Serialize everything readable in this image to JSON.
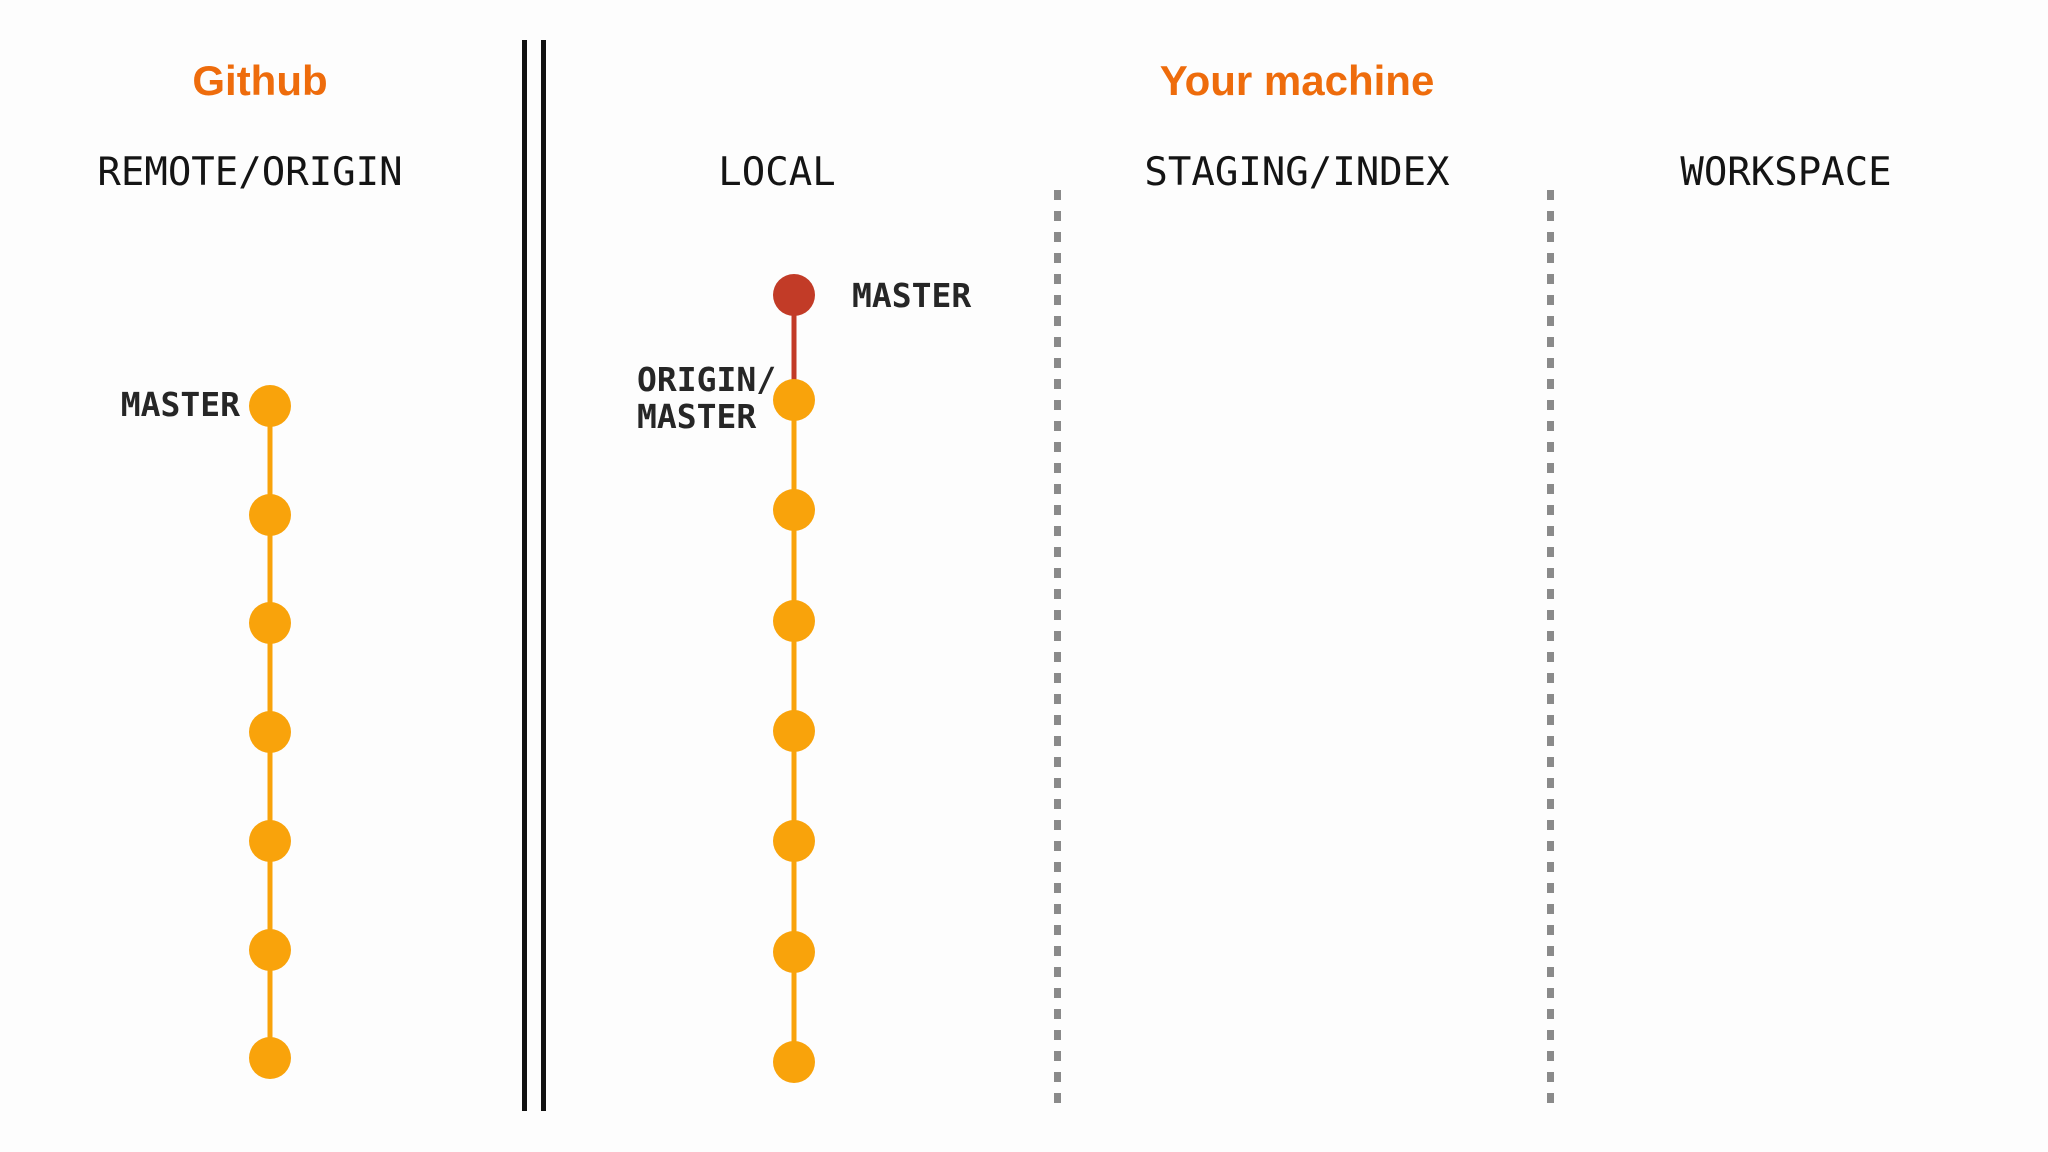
{
  "sections": {
    "github": {
      "title": "Github"
    },
    "machine": {
      "title": "Your machine"
    }
  },
  "columns": {
    "remote": {
      "header": "REMOTE/ORIGIN"
    },
    "local": {
      "header": "LOCAL"
    },
    "staging": {
      "header": "STAGING/INDEX"
    },
    "workspace": {
      "header": "WORKSPACE"
    }
  },
  "branches": {
    "remote": {
      "branch_label": "MASTER",
      "commit_count": 7
    },
    "local": {
      "head_label": "MASTER",
      "remote_tracking_label_lines": [
        "ORIGIN/",
        "MASTER"
      ],
      "head_commit_count": 1,
      "synced_commit_count": 7
    }
  },
  "colors": {
    "accent_orange": "#EE6C0C",
    "commit_orange": "#F9A30B",
    "head_red": "#C23B27",
    "header_text": "#141414",
    "label_text": "#262626",
    "divider_black": "#111111",
    "dashed_gray": "#8A8A8A",
    "background": "#FDFDFD"
  }
}
